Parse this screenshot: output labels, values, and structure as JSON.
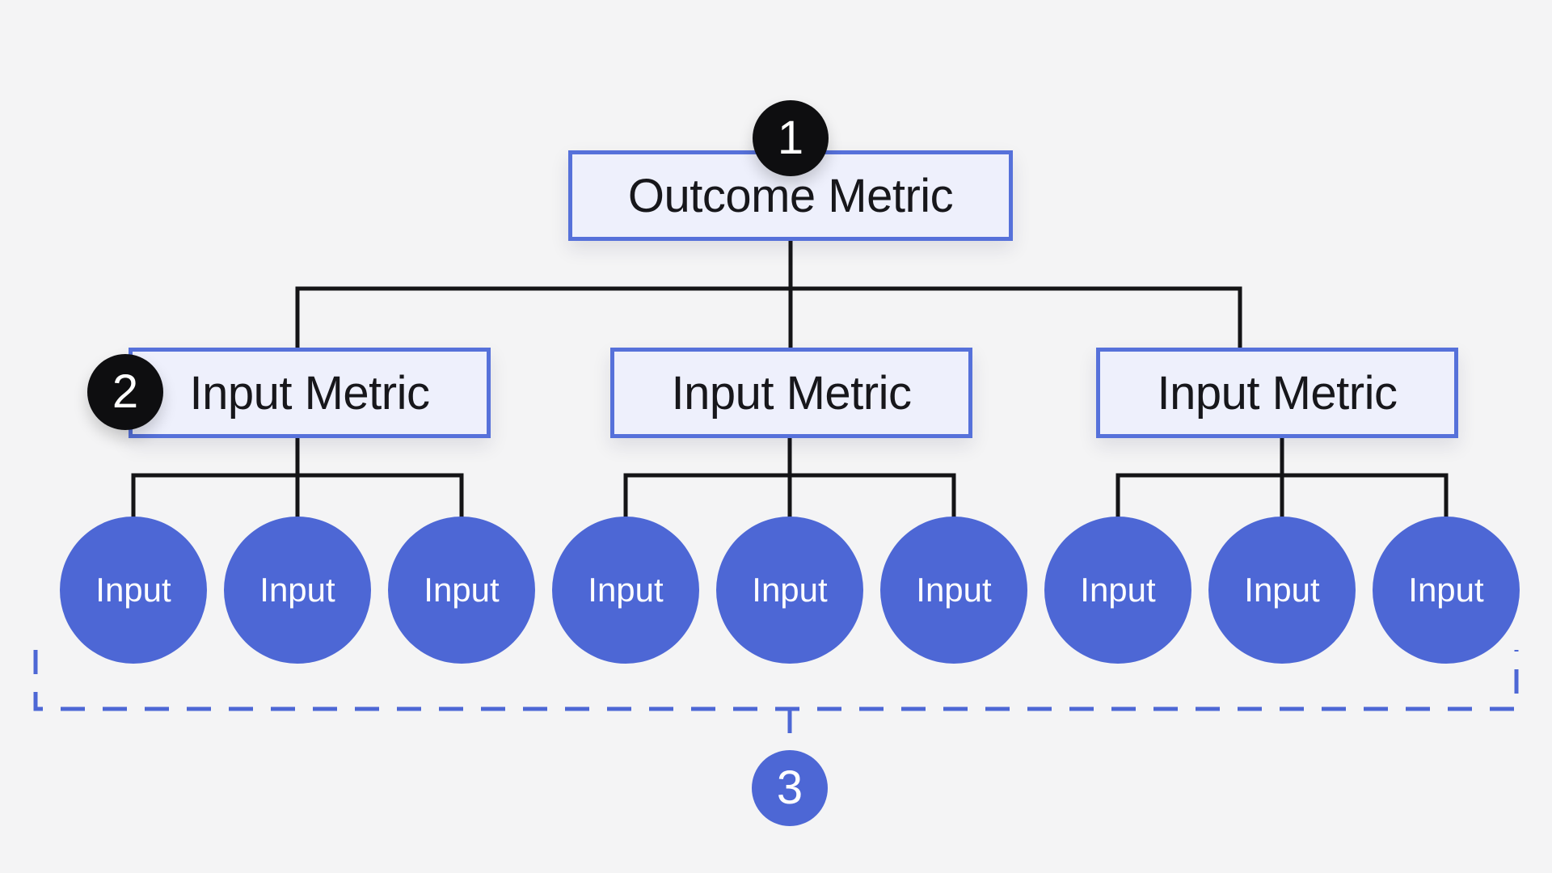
{
  "colors": {
    "background": "#f4f4f5",
    "brand_blue": "#4d67d5",
    "box_border": "#5671da",
    "box_fill": "#eef0fc",
    "line_black": "#141416",
    "badge_black": "#0e0e10",
    "text_dark": "#17171b",
    "white": "#ffffff"
  },
  "tree": {
    "outcome": {
      "badge": "1",
      "label": "Outcome Metric"
    },
    "branches": [
      {
        "badge": "2",
        "label": "Input Metric",
        "children": [
          "Input",
          "Input",
          "Input"
        ]
      },
      {
        "label": "Input Metric",
        "children": [
          "Input",
          "Input",
          "Input"
        ]
      },
      {
        "label": "Input Metric",
        "children": [
          "Input",
          "Input",
          "Input"
        ]
      }
    ],
    "group_badge": "3"
  }
}
